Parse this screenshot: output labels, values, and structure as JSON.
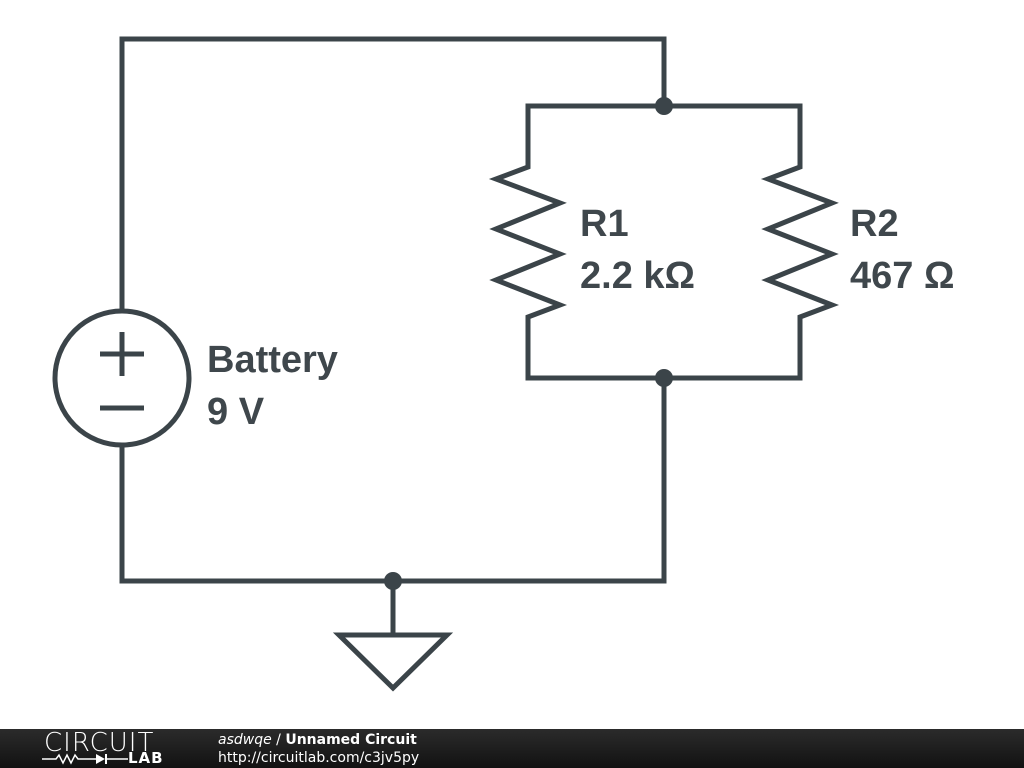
{
  "schematic": {
    "components": [
      {
        "id": "battery",
        "type": "dc-voltage-source",
        "name": "Battery",
        "value": "9 V",
        "polarity": {
          "plus": "+",
          "minus": "−"
        }
      },
      {
        "id": "R1",
        "type": "resistor",
        "name": "R1",
        "value": "2.2 kΩ"
      },
      {
        "id": "R2",
        "type": "resistor",
        "name": "R2",
        "value": "467 Ω"
      },
      {
        "id": "gnd",
        "type": "ground"
      }
    ],
    "topology": "Battery in parallel with R1 || R2, negative terminal to ground",
    "colors": {
      "wire": "#3b4449",
      "label": "#3f474c",
      "background": "#ffffff"
    }
  },
  "footer": {
    "logo_top": "CIRCUIT",
    "logo_bottom": "LAB",
    "user": "asdwqe",
    "separator": " / ",
    "circuit_title": "Unnamed Circuit",
    "url": "http://circuitlab.com/c3jv5py",
    "colors": {
      "background": "#1a1a1a",
      "text": "#ffffff"
    }
  }
}
